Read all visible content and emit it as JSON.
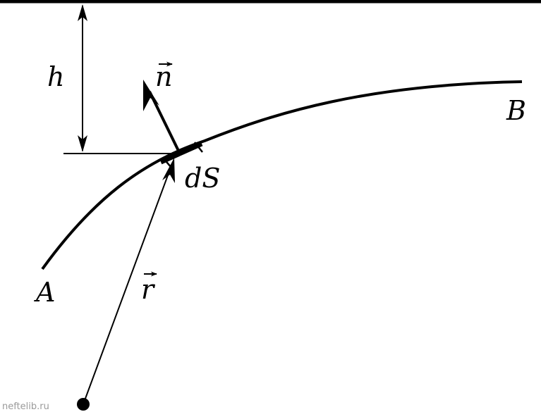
{
  "diagram": {
    "labels": {
      "h": "h",
      "n": "n",
      "B": "B",
      "dS": "dS",
      "A": "A",
      "r": "r"
    },
    "watermark": "neftelib.ru",
    "colors": {
      "ink": "#000000",
      "background": "#ffffff",
      "watermark": "#9a9a9a"
    }
  }
}
